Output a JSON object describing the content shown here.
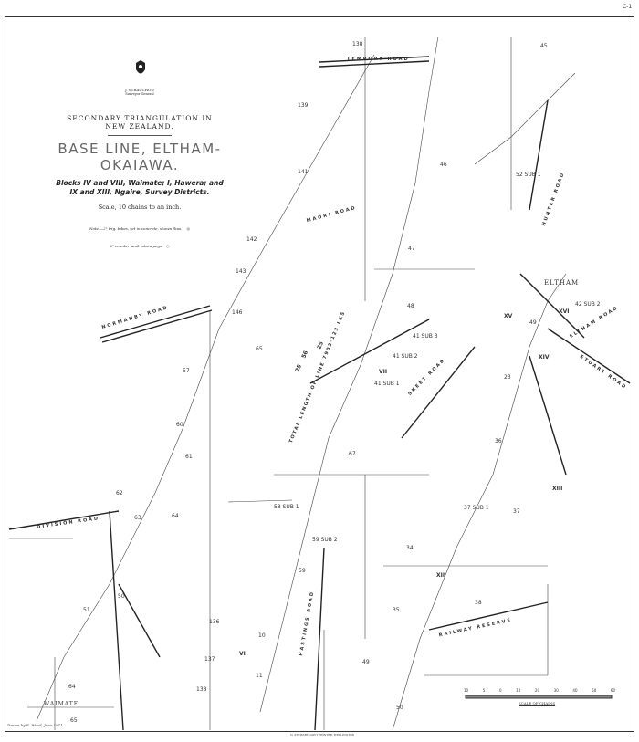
{
  "sheet_ref": "C-1",
  "title_block": {
    "surveyor": "J. STRAUCHON",
    "surveyor_role": "Surveyor General",
    "heading_line1": "SECONDARY TRIANGULATION IN",
    "heading_line2": "NEW ZEALAND.",
    "main_title": "BASE LINE, ELTHAM-OKAIAWA.",
    "blocks_line1": "Blocks IV and VIII, Waimate; I, Hawera; and",
    "blocks_line2": "IX and XIII, Ngaire, Survey Districts.",
    "scale": "Scale, 10 chains to an inch.",
    "note1": "Note.—2\" trig. tubes, set in concrete, shown thus.",
    "note2": "2\" counter sunk totara pegs",
    "note1_symbol": "◎",
    "note2_symbol": "○"
  },
  "places": {
    "eltham": "ELTHAM",
    "waimate": "WAIMATE"
  },
  "roads": {
    "tempory": "TEMPORY ROAD",
    "maori": "MAORI ROAD",
    "normanby": "NORMANBY ROAD",
    "division": "DIVISION ROAD",
    "skeet": "SKEET ROAD",
    "eltham": "ELTHAM ROAD",
    "hunter": "HUNTER ROAD",
    "stuart": "STUART ROAD",
    "railway": "RAILWAY RESERVE",
    "hastings": "HASTINGS ROAD"
  },
  "baseline_label": "TOTAL LENGTH OF LINE 7903·123 LKS",
  "baseline_numbers": [
    "25",
    "56",
    "25"
  ],
  "sections": [
    "138",
    "45",
    "139",
    "46",
    "141",
    "52 SUB 1",
    "142",
    "47",
    "143",
    "48",
    "146",
    "65",
    "57",
    "41 SUB 3",
    "41 SUB 2",
    "41 SUB 1",
    "23",
    "36",
    "60",
    "61",
    "67",
    "62",
    "63",
    "64",
    "58 SUB 1",
    "37 SUB 1",
    "37",
    "59 SUB 2",
    "34",
    "59",
    "50",
    "51",
    "38",
    "35",
    "136",
    "10",
    "137",
    "11",
    "49",
    "138",
    "50",
    "64",
    "65",
    "42 SUB 2",
    "49",
    "XIV",
    "XV",
    "XVI",
    "XII",
    "XIII",
    "VII",
    "VI"
  ],
  "scale_bar": {
    "label": "SCALE OF CHAINS",
    "ticks": [
      "10",
      "5",
      "0",
      "10",
      "20",
      "30",
      "40",
      "50",
      "60"
    ]
  },
  "footer": {
    "drawn_by": "Drawn by E. Wood, June 1911.",
    "printer": "N. STEWART, GOVT PRINTER, WELLINGTON"
  }
}
